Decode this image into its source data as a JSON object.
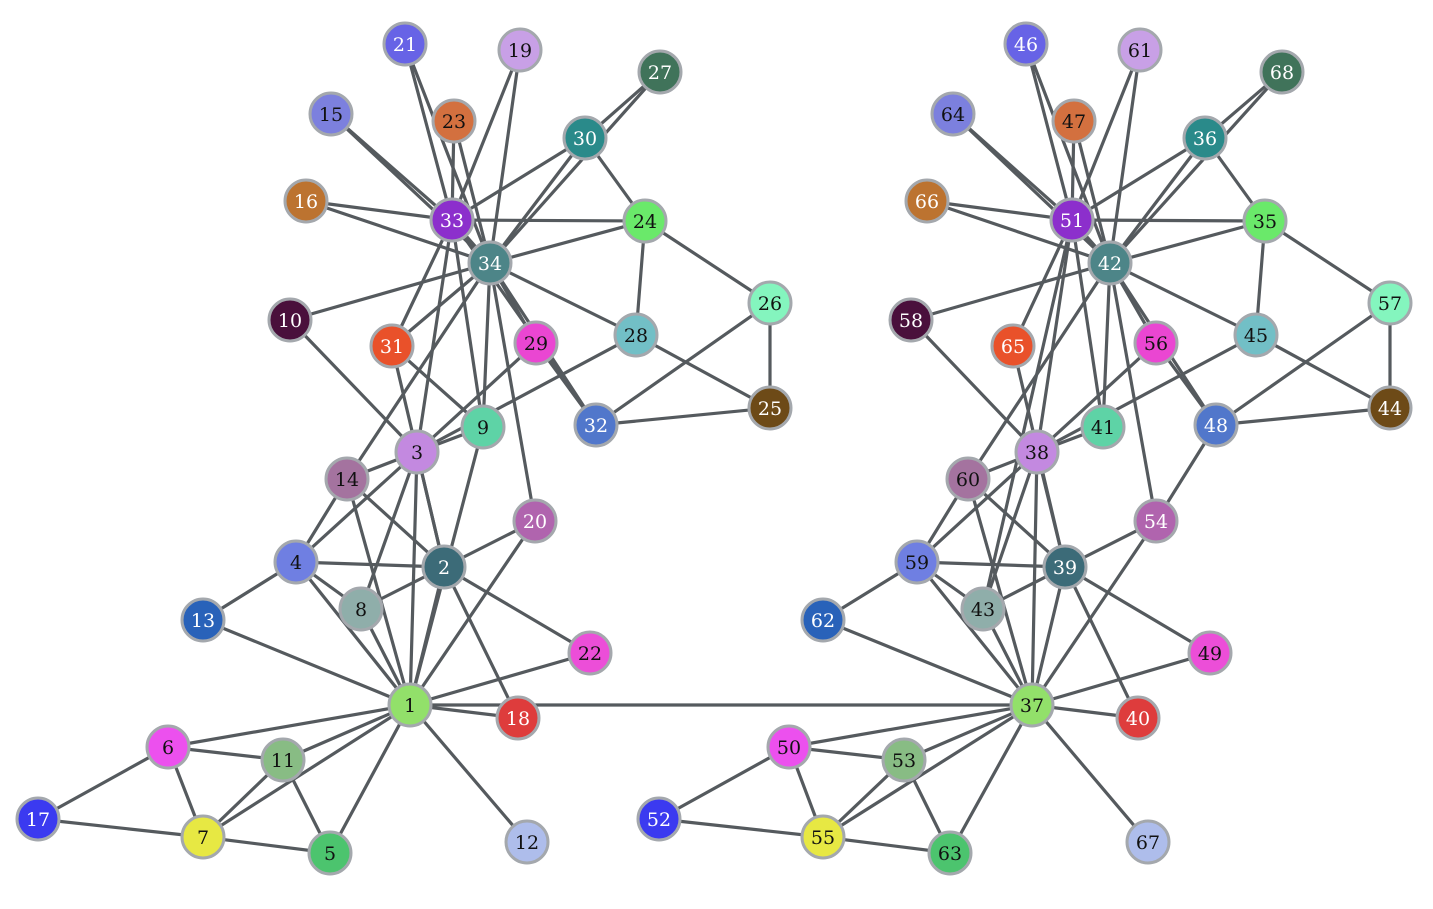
{
  "diagram": {
    "nodes": [
      {
        "id": 1,
        "label": "1",
        "color": "#92e06a"
      },
      {
        "id": 2,
        "label": "2",
        "color": "#3c6b78"
      },
      {
        "id": 3,
        "label": "3",
        "color": "#c389e0"
      },
      {
        "id": 4,
        "label": "4",
        "color": "#6f7fe2"
      },
      {
        "id": 5,
        "label": "5",
        "color": "#4cc46e"
      },
      {
        "id": 6,
        "label": "6",
        "color": "#ec50ee"
      },
      {
        "id": 7,
        "label": "7",
        "color": "#e7e843"
      },
      {
        "id": 8,
        "label": "8",
        "color": "#8faeaa"
      },
      {
        "id": 9,
        "label": "9",
        "color": "#5ed3a6"
      },
      {
        "id": 10,
        "label": "10",
        "color": "#4a103c"
      },
      {
        "id": 11,
        "label": "11",
        "color": "#88bc84"
      },
      {
        "id": 12,
        "label": "12",
        "color": "#aebdeb"
      },
      {
        "id": 13,
        "label": "13",
        "color": "#2962b9"
      },
      {
        "id": 14,
        "label": "14",
        "color": "#a4739f"
      },
      {
        "id": 15,
        "label": "15",
        "color": "#7c80de"
      },
      {
        "id": 16,
        "label": "16",
        "color": "#bc7330"
      },
      {
        "id": 17,
        "label": "17",
        "color": "#3b3af0"
      },
      {
        "id": 18,
        "label": "18",
        "color": "#de3c3c"
      },
      {
        "id": 19,
        "label": "19",
        "color": "#c8a0e6"
      },
      {
        "id": 20,
        "label": "20",
        "color": "#b064ae"
      },
      {
        "id": 21,
        "label": "21",
        "color": "#6763e6"
      },
      {
        "id": 22,
        "label": "22",
        "color": "#ec4ed8"
      },
      {
        "id": 23,
        "label": "23",
        "color": "#d3703f"
      },
      {
        "id": 24,
        "label": "24",
        "color": "#6ae96a"
      },
      {
        "id": 25,
        "label": "25",
        "color": "#6d4a17"
      },
      {
        "id": 26,
        "label": "26",
        "color": "#84f5be"
      },
      {
        "id": 27,
        "label": "27",
        "color": "#40735a"
      },
      {
        "id": 28,
        "label": "28",
        "color": "#72bfc6"
      },
      {
        "id": 29,
        "label": "29",
        "color": "#ea46d2"
      },
      {
        "id": 30,
        "label": "30",
        "color": "#2a8a8a"
      },
      {
        "id": 31,
        "label": "31",
        "color": "#e9512a"
      },
      {
        "id": 32,
        "label": "32",
        "color": "#5177cb"
      },
      {
        "id": 33,
        "label": "33",
        "color": "#8c2fcc"
      },
      {
        "id": 34,
        "label": "34",
        "color": "#4d8588"
      },
      {
        "id": 35,
        "label": "35",
        "color": "#6ae96a"
      },
      {
        "id": 36,
        "label": "36",
        "color": "#2a8a8a"
      },
      {
        "id": 37,
        "label": "37",
        "color": "#92e06a"
      },
      {
        "id": 38,
        "label": "38",
        "color": "#c389e0"
      },
      {
        "id": 39,
        "label": "39",
        "color": "#3c6b78"
      },
      {
        "id": 40,
        "label": "40",
        "color": "#de3c3c"
      },
      {
        "id": 41,
        "label": "41",
        "color": "#5ed3a6"
      },
      {
        "id": 42,
        "label": "42",
        "color": "#4d8588"
      },
      {
        "id": 43,
        "label": "43",
        "color": "#8faeaa"
      },
      {
        "id": 44,
        "label": "44",
        "color": "#6d4a17"
      },
      {
        "id": 45,
        "label": "45",
        "color": "#72bfc6"
      },
      {
        "id": 46,
        "label": "46",
        "color": "#6763e6"
      },
      {
        "id": 47,
        "label": "47",
        "color": "#d3703f"
      },
      {
        "id": 48,
        "label": "48",
        "color": "#5177cb"
      },
      {
        "id": 49,
        "label": "49",
        "color": "#ec4ed8"
      },
      {
        "id": 50,
        "label": "50",
        "color": "#ec50ee"
      },
      {
        "id": 51,
        "label": "51",
        "color": "#8c2fcc"
      },
      {
        "id": 52,
        "label": "52",
        "color": "#3b3af0"
      },
      {
        "id": 53,
        "label": "53",
        "color": "#88bc84"
      },
      {
        "id": 54,
        "label": "54",
        "color": "#b064ae"
      },
      {
        "id": 55,
        "label": "55",
        "color": "#e7e843"
      },
      {
        "id": 56,
        "label": "56",
        "color": "#ea46d2"
      },
      {
        "id": 57,
        "label": "57",
        "color": "#84f5be"
      },
      {
        "id": 58,
        "label": "58",
        "color": "#4a103c"
      },
      {
        "id": 59,
        "label": "59",
        "color": "#6f7fe2"
      },
      {
        "id": 60,
        "label": "60",
        "color": "#a4739f"
      },
      {
        "id": 61,
        "label": "61",
        "color": "#c8a0e6"
      },
      {
        "id": 62,
        "label": "62",
        "color": "#2962b9"
      },
      {
        "id": 63,
        "label": "63",
        "color": "#4cc46e"
      },
      {
        "id": 64,
        "label": "64",
        "color": "#7c80de"
      },
      {
        "id": 65,
        "label": "65",
        "color": "#e9512a"
      },
      {
        "id": 66,
        "label": "66",
        "color": "#bc7330"
      },
      {
        "id": 67,
        "label": "67",
        "color": "#aebdeb"
      },
      {
        "id": 68,
        "label": "68",
        "color": "#40735a"
      }
    ],
    "edges": [
      [
        1,
        2
      ],
      [
        1,
        3
      ],
      [
        1,
        4
      ],
      [
        1,
        5
      ],
      [
        1,
        6
      ],
      [
        1,
        7
      ],
      [
        1,
        8
      ],
      [
        1,
        9
      ],
      [
        1,
        11
      ],
      [
        1,
        12
      ],
      [
        1,
        13
      ],
      [
        1,
        14
      ],
      [
        1,
        18
      ],
      [
        1,
        20
      ],
      [
        1,
        22
      ],
      [
        2,
        3
      ],
      [
        2,
        4
      ],
      [
        2,
        8
      ],
      [
        2,
        14
      ],
      [
        2,
        18
      ],
      [
        2,
        20
      ],
      [
        2,
        22
      ],
      [
        2,
        31
      ],
      [
        3,
        4
      ],
      [
        3,
        8
      ],
      [
        3,
        9
      ],
      [
        3,
        10
      ],
      [
        3,
        14
      ],
      [
        3,
        28
      ],
      [
        3,
        29
      ],
      [
        3,
        33
      ],
      [
        4,
        8
      ],
      [
        4,
        13
      ],
      [
        4,
        14
      ],
      [
        6,
        7
      ],
      [
        6,
        11
      ],
      [
        6,
        17
      ],
      [
        7,
        17
      ],
      [
        7,
        5
      ],
      [
        7,
        11
      ],
      [
        11,
        5
      ],
      [
        9,
        31
      ],
      [
        9,
        33
      ],
      [
        9,
        34
      ],
      [
        10,
        34
      ],
      [
        14,
        34
      ],
      [
        15,
        33
      ],
      [
        15,
        34
      ],
      [
        16,
        33
      ],
      [
        16,
        34
      ],
      [
        19,
        33
      ],
      [
        19,
        34
      ],
      [
        20,
        34
      ],
      [
        21,
        33
      ],
      [
        21,
        34
      ],
      [
        23,
        33
      ],
      [
        23,
        34
      ],
      [
        24,
        26
      ],
      [
        24,
        28
      ],
      [
        24,
        30
      ],
      [
        24,
        33
      ],
      [
        24,
        34
      ],
      [
        25,
        26
      ],
      [
        25,
        28
      ],
      [
        25,
        32
      ],
      [
        26,
        32
      ],
      [
        27,
        30
      ],
      [
        27,
        34
      ],
      [
        28,
        34
      ],
      [
        29,
        32
      ],
      [
        29,
        34
      ],
      [
        30,
        33
      ],
      [
        30,
        34
      ],
      [
        31,
        33
      ],
      [
        31,
        34
      ],
      [
        32,
        33
      ],
      [
        32,
        34
      ],
      [
        33,
        34
      ],
      [
        1,
        37
      ],
      [
        37,
        38
      ],
      [
        37,
        39
      ],
      [
        37,
        40
      ],
      [
        37,
        49
      ],
      [
        37,
        50
      ],
      [
        37,
        53
      ],
      [
        37,
        55
      ],
      [
        37,
        59
      ],
      [
        37,
        60
      ],
      [
        37,
        62
      ],
      [
        37,
        63
      ],
      [
        37,
        67
      ],
      [
        37,
        54
      ],
      [
        37,
        43
      ],
      [
        38,
        39
      ],
      [
        38,
        43
      ],
      [
        38,
        58
      ],
      [
        38,
        59
      ],
      [
        38,
        60
      ],
      [
        38,
        45
      ],
      [
        38,
        56
      ],
      [
        38,
        41
      ],
      [
        38,
        51
      ],
      [
        39,
        43
      ],
      [
        39,
        59
      ],
      [
        39,
        60
      ],
      [
        39,
        40
      ],
      [
        39,
        49
      ],
      [
        39,
        54
      ],
      [
        39,
        65
      ],
      [
        41,
        42
      ],
      [
        41,
        51
      ],
      [
        42,
        51
      ],
      [
        42,
        54
      ],
      [
        42,
        56
      ],
      [
        42,
        48
      ],
      [
        42,
        45
      ],
      [
        42,
        35
      ],
      [
        42,
        36
      ],
      [
        42,
        68
      ],
      [
        42,
        64
      ],
      [
        42,
        66
      ],
      [
        42,
        61
      ],
      [
        42,
        46
      ],
      [
        42,
        47
      ],
      [
        42,
        58
      ],
      [
        42,
        60
      ],
      [
        51,
        64
      ],
      [
        51,
        66
      ],
      [
        51,
        46
      ],
      [
        51,
        47
      ],
      [
        51,
        61
      ],
      [
        51,
        36
      ],
      [
        51,
        35
      ],
      [
        51,
        43
      ],
      [
        51,
        65
      ],
      [
        35,
        45
      ],
      [
        35,
        57
      ],
      [
        35,
        36
      ],
      [
        36,
        68
      ],
      [
        44,
        45
      ],
      [
        44,
        48
      ],
      [
        44,
        57
      ],
      [
        48,
        57
      ],
      [
        48,
        54
      ],
      [
        56,
        48
      ],
      [
        59,
        62
      ],
      [
        59,
        60
      ],
      [
        59,
        43
      ],
      [
        50,
        52
      ],
      [
        50,
        53
      ],
      [
        50,
        55
      ],
      [
        52,
        55
      ],
      [
        55,
        53
      ],
      [
        55,
        63
      ],
      [
        53,
        63
      ]
    ]
  }
}
